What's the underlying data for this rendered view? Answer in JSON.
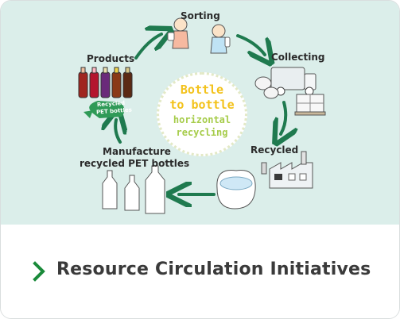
{
  "diagram": {
    "steps": {
      "sorting": "Sorting",
      "collecting": "Collecting",
      "recycled": "Recycled",
      "manufacture_line1": "Manufacture",
      "manufacture_line2": "recycled PET bottles",
      "products": "Products"
    },
    "center": {
      "line1": "Bottle",
      "line2": "to bottle",
      "line3": "horizontal",
      "line4": "recycling"
    },
    "badge": {
      "line1": "Recycled",
      "line2": "PET bottles"
    },
    "colors": {
      "background": "#dbeeea",
      "arrow": "#1f7a4f",
      "center_heading": "#f3c21b",
      "center_sub": "#a6cc4a",
      "badge": "#2f9a57"
    }
  },
  "footer": {
    "chevron_icon": "chevron-right-icon",
    "title": "Resource Circulation Initiatives",
    "chevron_color": "#1a8a3a"
  }
}
